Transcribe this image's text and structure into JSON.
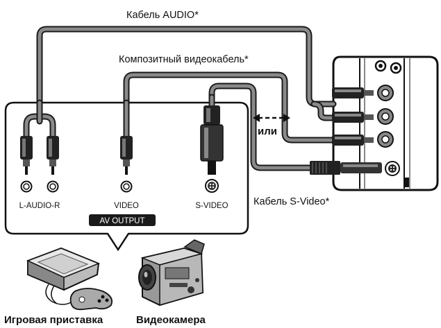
{
  "labels": {
    "audio_cable": "Кабель AUDIO*",
    "composite_cable": "Композитный видеокабель*",
    "svideo_cable": "Кабель S-Video*",
    "or": "или",
    "port_audio": "L-AUDIO-R",
    "port_video": "VIDEO",
    "port_svideo": "S-VIDEO",
    "av_output": "AV OUTPUT",
    "game_console": "Игровая приставка",
    "camcorder": "Видеокамера"
  },
  "colors": {
    "cable_dark": "#1a1a1a",
    "cable_light": "#8a8a8a",
    "badge_bg": "#1a1a1a",
    "badge_text": "#ffffff"
  },
  "icons": [
    "game-console-icon",
    "camcorder-icon",
    "tv-panel-icon",
    "double-arrow-icon"
  ]
}
